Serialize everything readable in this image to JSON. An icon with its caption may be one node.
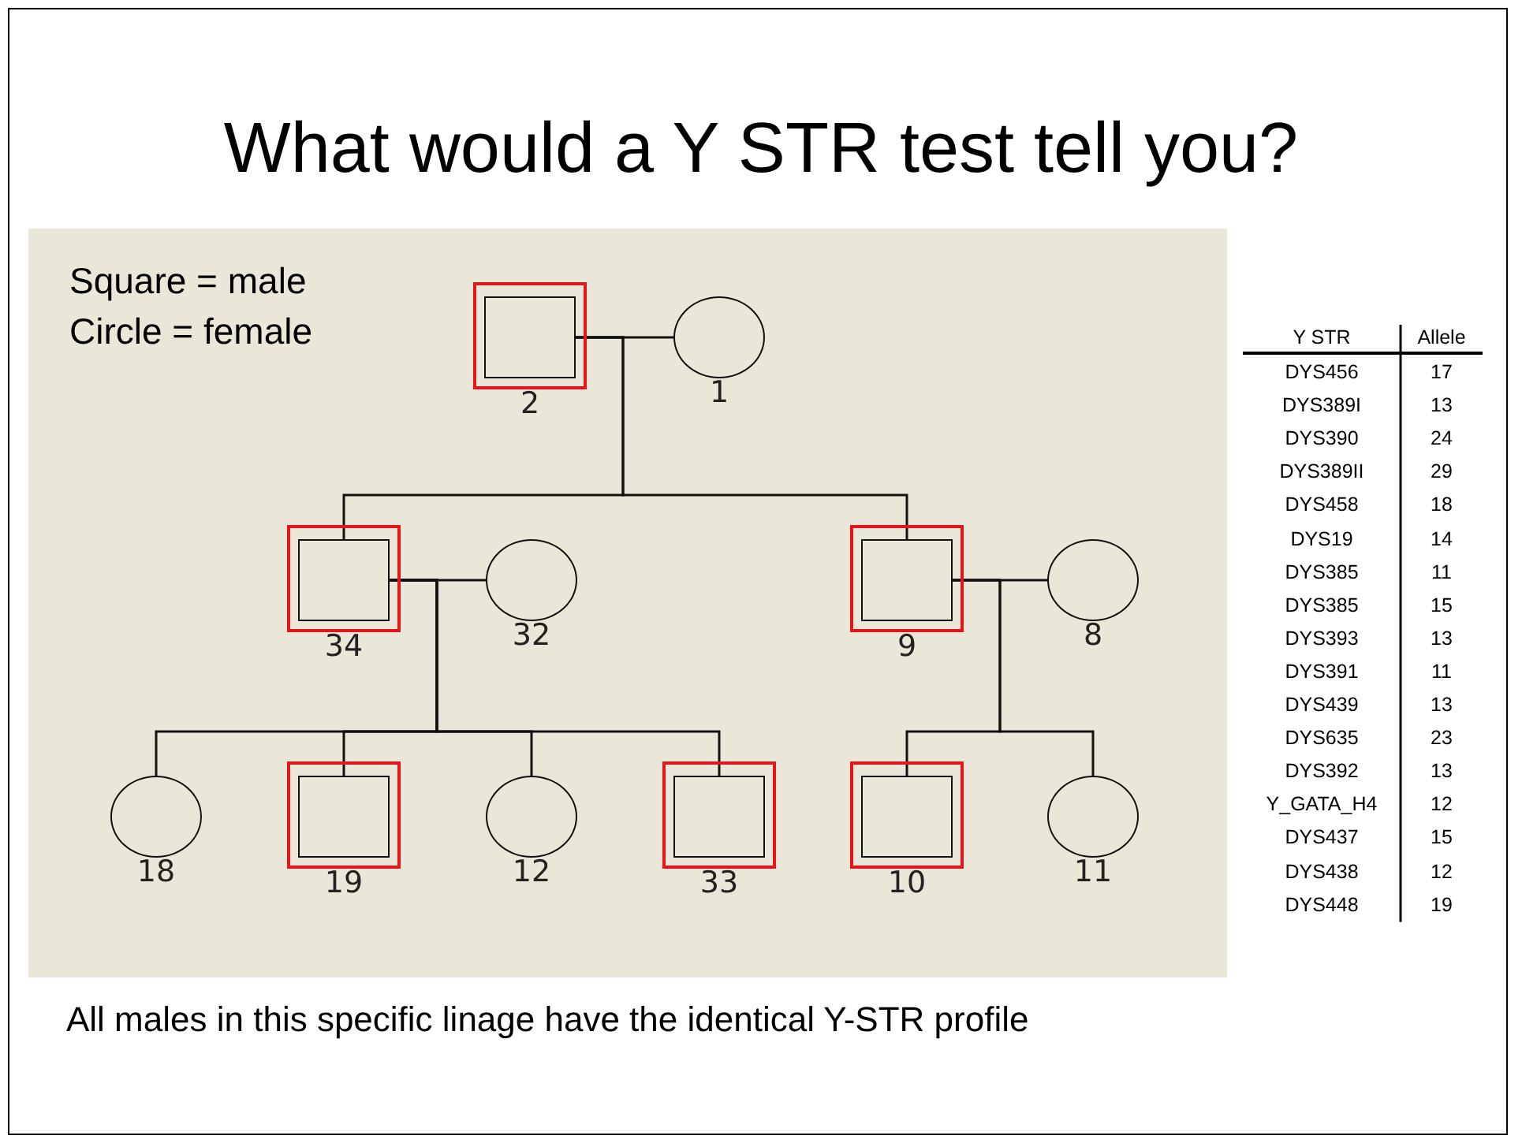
{
  "diagram": {
    "title": "What would a Y STR test tell you?",
    "caption": "All males in this specific linage have the identical Y-STR profile",
    "nodes": [
      {
        "text": [],
        "shape": "box"
      },
      {
        "text": [],
        "shape": "box",
        "beside": [
          "2"
        ],
        "in": 0
      },
      {
        "text": [],
        "shape": "circle",
        "beside": [
          "1"
        ]
      },
      {
        "text": [],
        "shape": "box"
      },
      {
        "text": [],
        "shape": "box",
        "beside": [
          "34"
        ],
        "in": 3
      },
      {
        "text": [],
        "shape": "circle",
        "beside": [
          "32"
        ]
      },
      {
        "text": [],
        "shape": "box"
      },
      {
        "text": [],
        "shape": "box",
        "beside": [
          "9"
        ],
        "in": 6
      },
      {
        "text": [],
        "shape": "circle",
        "beside": [
          "8"
        ]
      },
      {
        "text": [],
        "shape": "circle",
        "beside": [
          "18"
        ]
      },
      {
        "text": [],
        "shape": "box"
      },
      {
        "text": [],
        "shape": "box",
        "beside": [
          "19"
        ],
        "in": 10
      },
      {
        "text": [],
        "shape": "circle",
        "beside": [
          "12"
        ]
      },
      {
        "text": [],
        "shape": "box"
      },
      {
        "text": [],
        "shape": "box",
        "beside": [
          "33"
        ],
        "in": 13
      },
      {
        "text": [],
        "shape": "box"
      },
      {
        "text": [],
        "shape": "box",
        "beside": [
          "10"
        ],
        "in": 15
      },
      {
        "text": [],
        "shape": "circle",
        "beside": [
          "11"
        ]
      }
    ],
    "edges": [
      {
        "from": 1,
        "to": 2,
        "arrow": "none"
      },
      {
        "from": 1,
        "to": 4,
        "arrow": "none"
      },
      {
        "from": 1,
        "to": 7,
        "arrow": "none"
      },
      {
        "from": 4,
        "to": 5,
        "arrow": "none"
      },
      {
        "from": 7,
        "to": 8,
        "arrow": "none"
      },
      {
        "from": 4,
        "to": 9,
        "arrow": "none"
      },
      {
        "from": 4,
        "to": 11,
        "arrow": "none"
      },
      {
        "from": 4,
        "to": 12,
        "arrow": "none"
      },
      {
        "from": 4,
        "to": 14,
        "arrow": "none"
      },
      {
        "from": 7,
        "to": 16,
        "arrow": "none"
      },
      {
        "from": 7,
        "to": 17,
        "arrow": "none"
      }
    ],
    "labels": [
      "Square = male",
      "Circle = female",
      "Y STR",
      "Allele",
      "DYS456",
      "17",
      "DYS389I",
      "13",
      "DYS390",
      "24",
      "DYS389II",
      "29",
      "DYS458",
      "18",
      "DYS19",
      "14",
      "DYS385",
      "11",
      "DYS385",
      "15",
      "DYS393",
      "13",
      "DYS391",
      "11",
      "DYS439",
      "13",
      "DYS635",
      "23",
      "DYS392",
      "13",
      "Y_GATA_H4",
      "12",
      "DYS437",
      "15",
      "DYS438",
      "12",
      "DYS448",
      "19"
    ]
  }
}
